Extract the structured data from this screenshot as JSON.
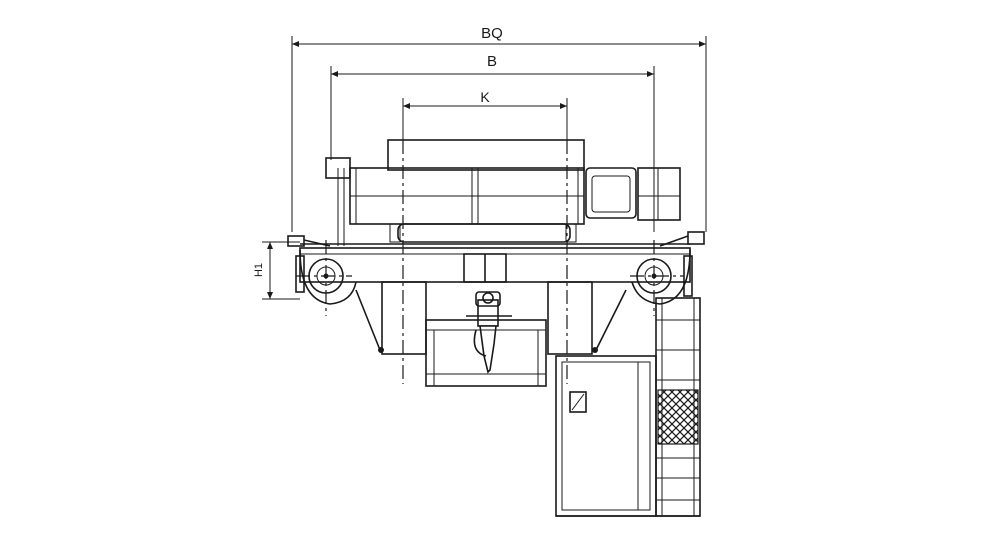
{
  "dimensions": {
    "bq_label": "BQ",
    "b_label": "B",
    "k_label": "K",
    "h1_label": "H1"
  },
  "colors": {
    "line": "#1a1a1a",
    "background": "#ffffff"
  }
}
